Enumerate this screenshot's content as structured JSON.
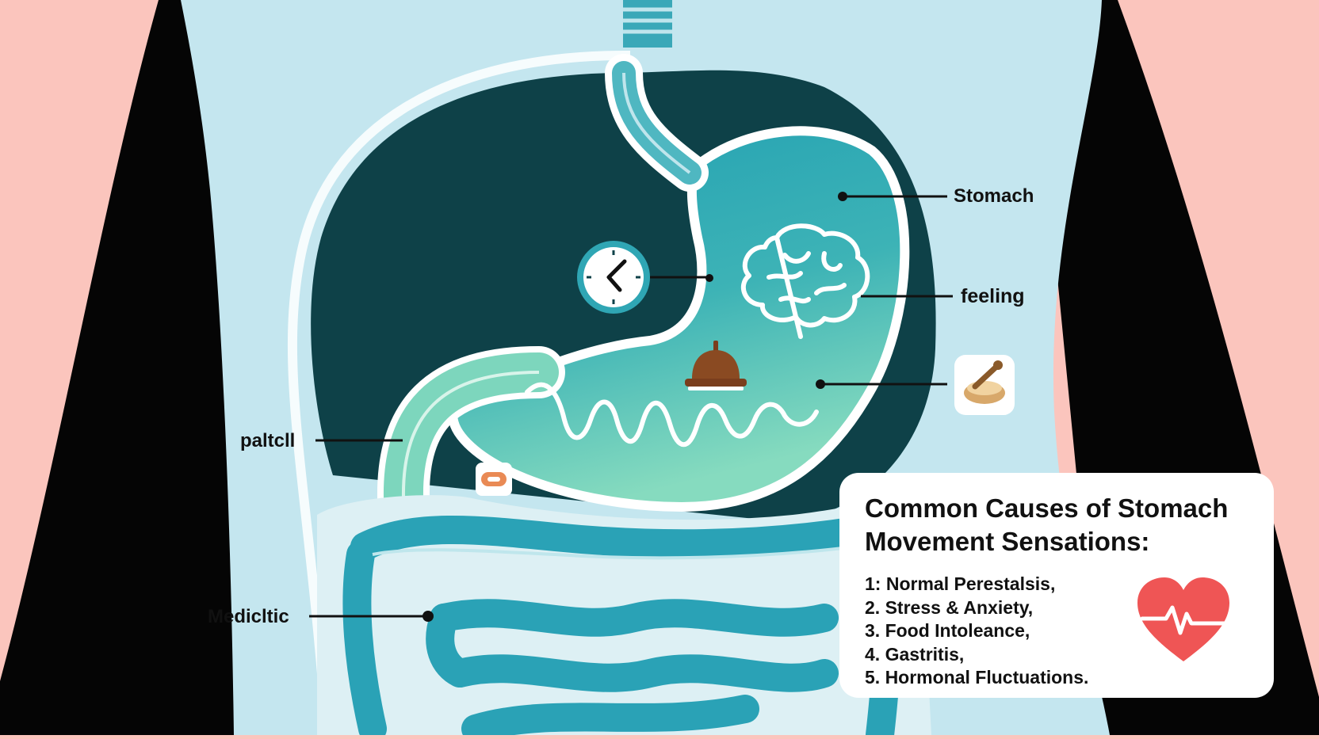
{
  "labels": {
    "stomach": "Stomach",
    "feeling": "feeling",
    "paltcll": "paltcll",
    "medicltic": "Medicltic"
  },
  "icons": [
    "clock-icon",
    "brain-icon",
    "bell-icon",
    "food-bowl-icon",
    "pill-icon",
    "heartbeat-icon"
  ],
  "info_card": {
    "title": "Common Causes of Stomach Movement Sensations:",
    "causes": [
      "1: Normal Perestalsis,",
      "2. Stress & Anxiety,",
      "3. Food Intoleance,",
      "4. Gastritis,",
      "5. Hormonal Fluctuations."
    ]
  },
  "colors": {
    "skin": "#fbc5bd",
    "body_silhouette": "#050505",
    "torso": "#c4e6ef",
    "stomach_dark": "#0e4148",
    "stomach_teal": "#2fa6b4",
    "stomach_mint": "#7dd6bd",
    "intestine": "#2aa2b6",
    "heart": "#ef5555"
  }
}
